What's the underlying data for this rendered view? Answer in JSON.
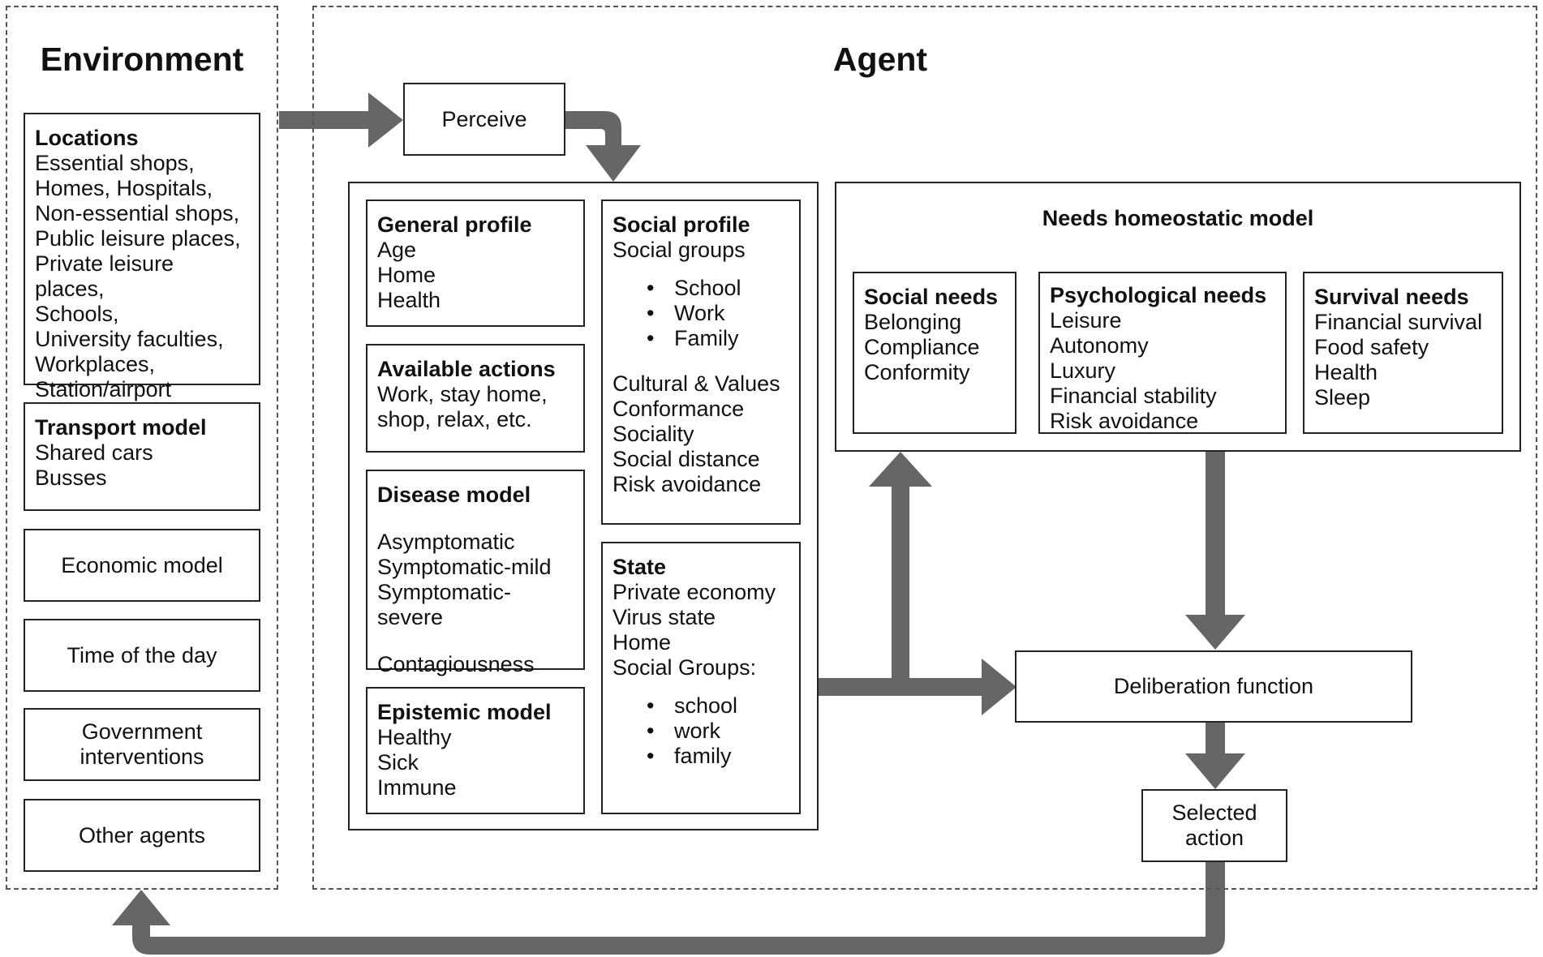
{
  "colors": {
    "arrow": "#666666",
    "border": "#222222",
    "dashed": "#555555"
  },
  "environment": {
    "title": "Environment",
    "locations": {
      "heading": "Locations",
      "lines": [
        "Essential shops,",
        "Homes, Hospitals,",
        "Non-essential shops,",
        "Public leisure places,",
        "Private leisure places,",
        "Schools,",
        "University faculties,",
        "Workplaces,",
        "Station/airport"
      ]
    },
    "transport": {
      "heading": "Transport model",
      "lines": [
        "Shared cars",
        "Busses"
      ]
    },
    "economic": "Economic model",
    "time": "Time of the day",
    "government": [
      "Government",
      "interventions"
    ],
    "other_agents": "Other agents"
  },
  "agent": {
    "title": "Agent",
    "perceive": "Perceive",
    "general_profile": {
      "heading": "General profile",
      "lines": [
        "Age",
        "Home",
        "Health"
      ]
    },
    "available_actions": {
      "heading": "Available actions",
      "lines": [
        "Work, stay home,",
        "shop, relax, etc."
      ]
    },
    "disease_model": {
      "heading": "Disease model",
      "lines": [
        "Asymptomatic",
        "Symptomatic-mild",
        "Symptomatic-severe"
      ],
      "extra": "Contagiousness"
    },
    "epistemic_model": {
      "heading": "Epistemic model",
      "lines": [
        "Healthy",
        "Sick",
        "Immune"
      ]
    },
    "social_profile": {
      "heading": "Social profile",
      "subheading": "Social groups",
      "bullets": [
        "School",
        "Work",
        "Family"
      ],
      "lines": [
        "Cultural & Values",
        "Conformance",
        "Sociality",
        "Social distance",
        "Risk avoidance"
      ]
    },
    "state": {
      "heading": "State",
      "lines": [
        "Private economy",
        "Virus state",
        "Home",
        "Social Groups:"
      ],
      "bullets": [
        "school",
        "work",
        "family"
      ]
    },
    "needs": {
      "title": "Needs homeostatic model",
      "social": {
        "heading": "Social needs",
        "lines": [
          "Belonging",
          "Compliance",
          "Conformity"
        ]
      },
      "psychological": {
        "heading": "Psychological needs",
        "lines": [
          "Leisure",
          "Autonomy",
          "Luxury",
          "Financial stability",
          "Risk avoidance"
        ]
      },
      "survival": {
        "heading": "Survival needs",
        "lines": [
          "Financial survival",
          "Food safety",
          "Health",
          "Sleep"
        ]
      }
    },
    "deliberation": "Deliberation function",
    "selected_action": [
      "Selected",
      "action"
    ]
  }
}
